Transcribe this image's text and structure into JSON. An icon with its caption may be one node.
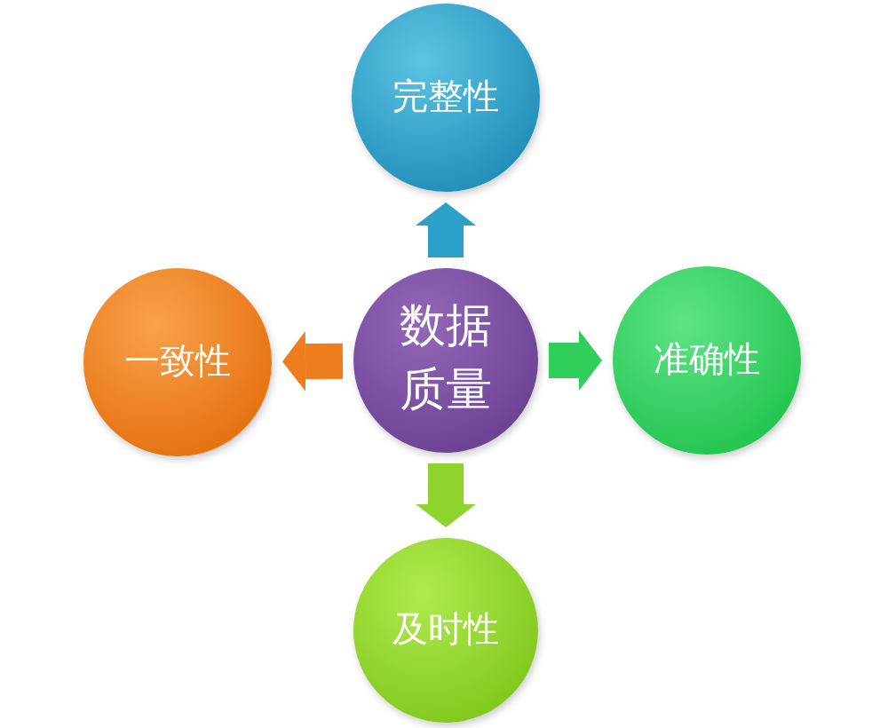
{
  "diagram": {
    "nodes": [
      {
        "text": [
          "完整性"
        ]
      },
      {
        "text": [
          "一致性"
        ]
      },
      {
        "text": [
          "数据质量"
        ]
      },
      {
        "text": [
          "准确性"
        ]
      },
      {
        "text": [
          "及时性"
        ]
      }
    ],
    "edges": [
      {
        "from": 2,
        "to": 0,
        "arrow": "to",
        "color": "#2ba1c9"
      },
      {
        "from": 2,
        "to": 1,
        "arrow": "to",
        "color": "#ef7d1e"
      },
      {
        "from": 2,
        "to": 3,
        "arrow": "to",
        "color": "#2fcf5a"
      },
      {
        "from": 2,
        "to": 4,
        "arrow": "to",
        "color": "#8fd42c"
      }
    ]
  }
}
